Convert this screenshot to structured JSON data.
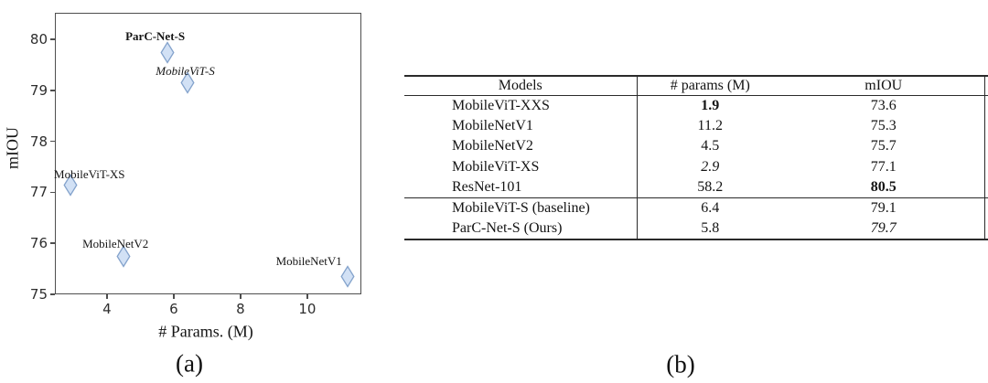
{
  "figure": {
    "caption_a": "(a)",
    "caption_b": "(b)"
  },
  "chart_data": {
    "type": "scatter",
    "title": "",
    "xlabel": "# Params. (M)",
    "ylabel": "mIOU",
    "xlim": [
      2.44,
      11.62
    ],
    "ylim": [
      75.0,
      80.52
    ],
    "xticks": [
      4,
      6,
      8,
      10
    ],
    "yticks": [
      75,
      76,
      77,
      78,
      79,
      80
    ],
    "grid": false,
    "legend": "none",
    "marker": {
      "shape": "thin-diamond",
      "fill": "#d2e1f5",
      "stroke": "#84a3cc"
    },
    "points": [
      {
        "label": "ParC-Net-S",
        "x": 5.8,
        "y": 79.7,
        "label_style": "bold",
        "label_dx": -13,
        "label_dy": -20
      },
      {
        "label": "MobileViT-S",
        "x": 6.4,
        "y": 79.1,
        "label_style": "italic",
        "label_dx": -2,
        "label_dy": -15
      },
      {
        "label": "MobileViT-XS",
        "x": 2.9,
        "y": 77.1,
        "label_style": "normal",
        "label_dx": 21,
        "label_dy": -14
      },
      {
        "label": "MobileNetV2",
        "x": 4.5,
        "y": 75.7,
        "label_style": "normal",
        "label_dx": -9,
        "label_dy": -16
      },
      {
        "label": "MobileNetV1",
        "x": 11.2,
        "y": 75.3,
        "label_style": "normal",
        "label_dx": -42,
        "label_dy": -19
      }
    ]
  },
  "table": {
    "headers": [
      "Models",
      "# params (M)",
      "mIOU"
    ],
    "rows": [
      {
        "model": "MobileViT-XXS",
        "params": "1.9",
        "params_style": "bold",
        "miou": "73.6",
        "miou_style": "normal"
      },
      {
        "model": "MobileNetV1",
        "params": "11.2",
        "params_style": "normal",
        "miou": "75.3",
        "miou_style": "normal"
      },
      {
        "model": "MobileNetV2",
        "params": "4.5",
        "params_style": "normal",
        "miou": "75.7",
        "miou_style": "normal"
      },
      {
        "model": "MobileViT-XS",
        "params": "2.9",
        "params_style": "italic",
        "miou": "77.1",
        "miou_style": "normal"
      },
      {
        "model": "ResNet-101",
        "params": "58.2",
        "params_style": "normal",
        "miou": "80.5",
        "miou_style": "bold"
      },
      {
        "model": "MobileViT-S (baseline)",
        "params": "6.4",
        "params_style": "normal",
        "miou": "79.1",
        "miou_style": "normal"
      },
      {
        "model": "ParC-Net-S (Ours)",
        "params": "5.8",
        "params_style": "normal",
        "miou": "79.7",
        "miou_style": "italic"
      }
    ],
    "section_break_before_row": 5
  }
}
